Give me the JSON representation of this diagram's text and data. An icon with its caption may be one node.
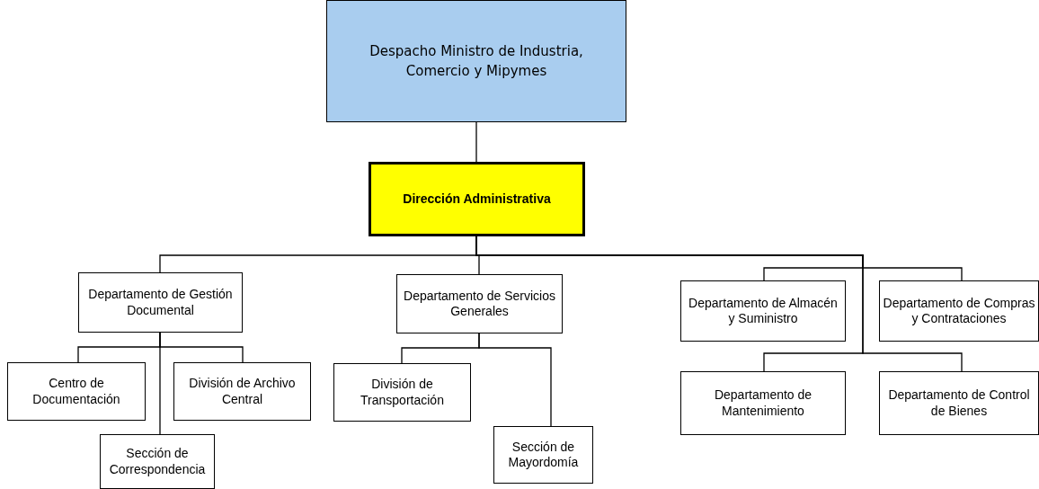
{
  "diagram": {
    "nodes": [
      {
        "text": [
          "Despacho Ministro de Industria, Comercio y Mipymes"
        ]
      },
      {
        "text": [
          "Dirección Administrativa"
        ]
      },
      {
        "text": [
          "Departamento de Gestión Documental"
        ]
      },
      {
        "text": [
          "Departamento de Servicios Generales"
        ]
      },
      {
        "text": [
          "Departamento de Almacén y Suministro"
        ]
      },
      {
        "text": [
          "Departamento de Compras y Contrataciones"
        ]
      },
      {
        "text": [
          "Departamento de Mantenimiento"
        ]
      },
      {
        "text": [
          "Departamento de Control de Bienes"
        ]
      },
      {
        "text": [
          "Centro de Documentación"
        ]
      },
      {
        "text": [
          "División de Archivo Central"
        ]
      },
      {
        "text": [
          "Sección de Correspondencia"
        ]
      },
      {
        "text": [
          "División de Transportación"
        ]
      },
      {
        "text": [
          "Sección de Mayordomía"
        ]
      }
    ],
    "edges": [
      {
        "from": 0,
        "to": 1,
        "arrow": "none"
      },
      {
        "from": 1,
        "to": 2,
        "arrow": "none"
      },
      {
        "from": 1,
        "to": 3,
        "arrow": "none"
      },
      {
        "from": 1,
        "to": 4,
        "arrow": "none"
      },
      {
        "from": 1,
        "to": 5,
        "arrow": "none"
      },
      {
        "from": 1,
        "to": 6,
        "arrow": "none"
      },
      {
        "from": 1,
        "to": 7,
        "arrow": "none"
      },
      {
        "from": 2,
        "to": 8,
        "arrow": "none"
      },
      {
        "from": 2,
        "to": 9,
        "arrow": "none"
      },
      {
        "from": 2,
        "to": 10,
        "arrow": "none"
      },
      {
        "from": 3,
        "to": 11,
        "arrow": "none"
      },
      {
        "from": 3,
        "to": 12,
        "arrow": "none"
      }
    ]
  }
}
